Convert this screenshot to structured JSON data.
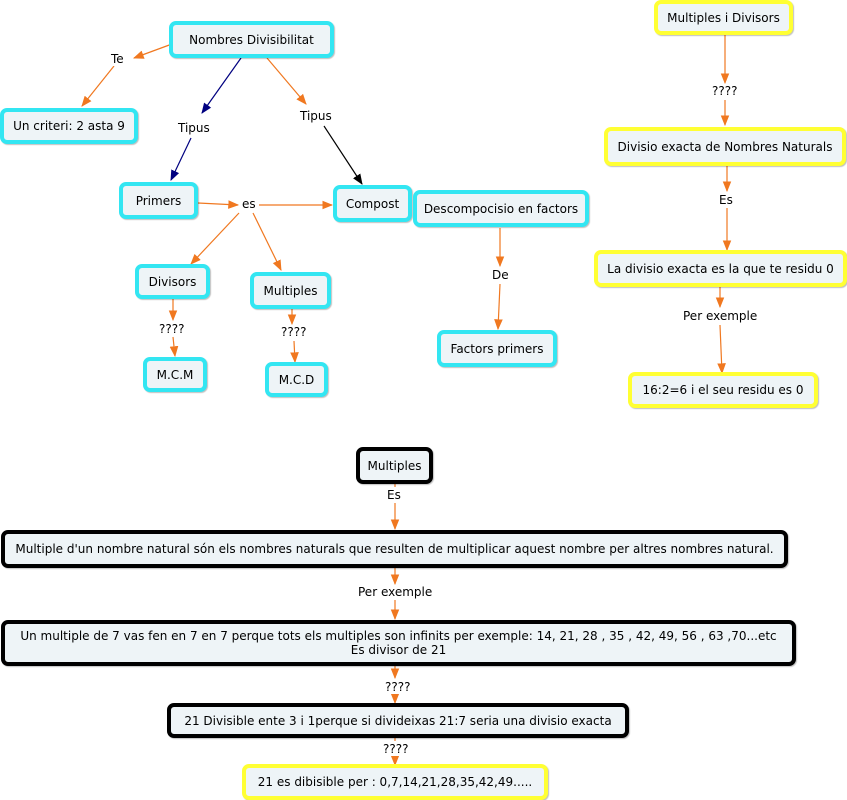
{
  "nodes": {
    "nombres_divisibilitat": "Nombres Divisibilitat",
    "criteri": "Un criteri: 2 asta 9",
    "primers": "Primers",
    "compost": "Compost",
    "divisors": "Divisors",
    "multiples_left": "Multiples",
    "mcm": "M.C.M",
    "mcd": "M.C.D",
    "descompocisio": "Descompocisio en factors",
    "factors_primers": "Factors primers",
    "multiples_divisors": "Multiples i Divisors",
    "divisio_exacta": "Divisio exacta de Nombres Naturals",
    "divisio_residu": "La divisio exacta es la que te residu 0",
    "exemple_16": "16:2=6 i el seu residu es 0",
    "multiples_bottom": "Multiples",
    "multiple_def": "Multiple d'un nombre natural són els nombres naturals que resulten de multiplicar aquest nombre per altres nombres natural.",
    "multiple_7_line1": "Un multiple de 7 vas fen en 7 en 7 perque tots els multiples son infinits per exemple: 14, 21, 28 , 35 , 42, 49, 56 , 63 ,70...etc",
    "multiple_7_line2": "Es divisor de 21",
    "divisible_21": "21 Divisible ente 3 i 1perque si divideixas 21:7 seria una divisio exacta",
    "dibisible_per": "21 es dibisible per : 0,7,14,21,28,35,42,49....."
  },
  "labels": {
    "te": "Te",
    "tipus_left": "Tipus",
    "tipus_right": "Tipus",
    "es_primers": "es",
    "q_divisors": "????",
    "q_multiples": "????",
    "de": "De",
    "q_right": "????",
    "es_right": "Es",
    "per_exemple_right": "Per exemple",
    "es_bottom": "Es",
    "per_exemple_bottom": "Per exemple",
    "q_bottom1": "????",
    "q_bottom2": "????"
  },
  "colors": {
    "cyan_border": "#33e6f2",
    "yellow_border": "#ffff33",
    "black_border": "#000000",
    "orange_arrow": "#f07820",
    "navy_arrow": "#000080",
    "black_arrow": "#000000",
    "node_fill": "#eef4f7"
  }
}
